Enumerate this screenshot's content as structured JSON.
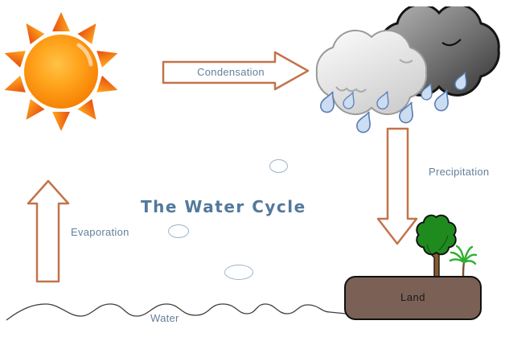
{
  "title": {
    "text": "The Water Cycle"
  },
  "flows": {
    "condensation": {
      "label": "Condensation"
    },
    "precipitation": {
      "label": "Precipitation"
    },
    "evaporation": {
      "label": "Evaporation"
    }
  },
  "nodes": {
    "water": {
      "label": "Water"
    },
    "land": {
      "label": "Land"
    }
  },
  "icons": {
    "sun": "sun-icon",
    "clouds": "rain-clouds-icon",
    "raindrop": "raindrop-icon",
    "tree": "tree-icon",
    "palm": "palm-tree-icon",
    "bubble": "vapor-bubble-icon",
    "wave": "water-wave-icon"
  },
  "colors": {
    "background": "#ffffff",
    "title_text": "#53789c",
    "label_text": "#64809c",
    "arrow_outline": "#c3734a",
    "arrow_fill": "#ffffff",
    "sun_center": "#ffa41c",
    "sun_edge": "#f57c00",
    "ray_dark": "#e84e0f",
    "ray_light": "#ffa91e",
    "cloud_light_fill": "#e9e9e9",
    "cloud_dark_fill": "#565656",
    "raindrop_fill": "#ccddf2",
    "raindrop_stroke": "#5b7fb5",
    "land_fill": "#7a6055",
    "land_border": "#111111",
    "land_text": "#1a1a1a",
    "tree_canopy": "#1f8b1f",
    "tree_trunk": "#8a5a30",
    "palm_green": "#2faf2f",
    "wave_line": "#3f3f3f",
    "bubble_stroke": "#9db4ca"
  }
}
